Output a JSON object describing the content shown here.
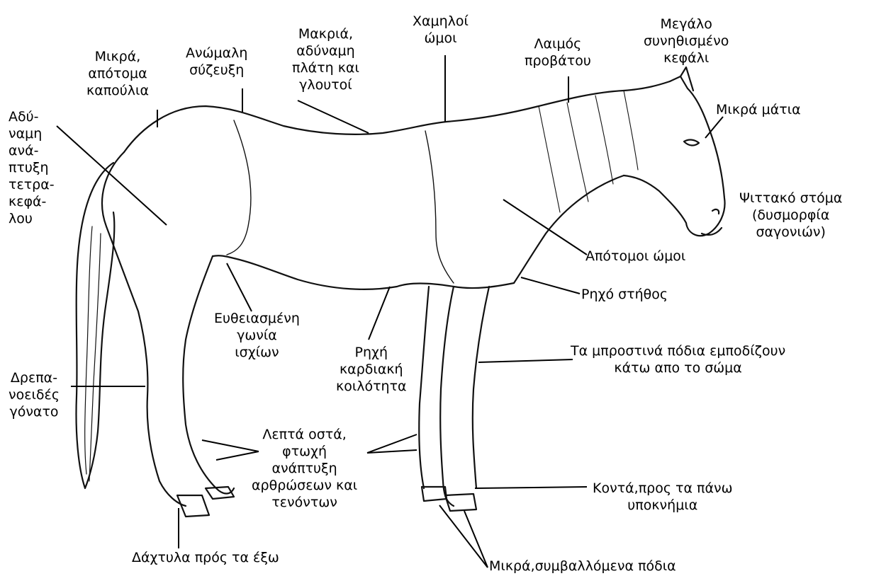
{
  "labels": {
    "croup": [
      "Μικρά,",
      "απότομα",
      "καπούλια"
    ],
    "coupling": [
      "Ανώμαλη",
      "σύζευξη"
    ],
    "back": [
      "Μακριά,",
      "αδύναμη",
      "πλάτη και",
      "γλουτοί"
    ],
    "low_shoulders": [
      "Χαμηλοί",
      "ώμοι"
    ],
    "ewe_neck": [
      "Λαιμός",
      "προβάτου"
    ],
    "big_head": [
      "Μεγάλο",
      "συνηθισμένο",
      "κεφάλι"
    ],
    "small_eyes": [
      "Μικρά μάτια"
    ],
    "parrot_mouth": [
      "Ψιττακό στόμα",
      "(δυσμορφία",
      "σαγονιών)"
    ],
    "quadriceps": [
      "Αδύ-",
      "ναμη",
      "ανά-",
      "πτυξη",
      "τετρα-",
      "κεφά-",
      "λου"
    ],
    "steep_shoulders": [
      "Απότομοι ώμοι"
    ],
    "shallow_chest": [
      "Ρηχό στήθος"
    ],
    "hip_angle": [
      "Ευθειασμένη",
      "γωνία",
      "ισχίων"
    ],
    "heart_girth": [
      "Ρηχή",
      "καρδιακή",
      "κοιλότητα"
    ],
    "front_legs": [
      "Τα μπροστινά πόδια εμποδίζουν",
      "κάτω απο το σώμα"
    ],
    "sickle_hocks": [
      "Δρεπα-",
      "νοειδές",
      "γόνατο"
    ],
    "thin_bones": [
      "Λεπτά οστά,",
      "φτωχή",
      "ανάπτυξη",
      "αρθρώσεων και",
      "τενόντων"
    ],
    "short_pasterns": [
      "Κοντά,προς τα πάνω",
      "υποκνήμια"
    ],
    "toes_out": [
      "Δάχτυλα πρός τα έξω"
    ],
    "small_feet": [
      "Μικρά,συμβαλλόμενα πόδια"
    ]
  }
}
